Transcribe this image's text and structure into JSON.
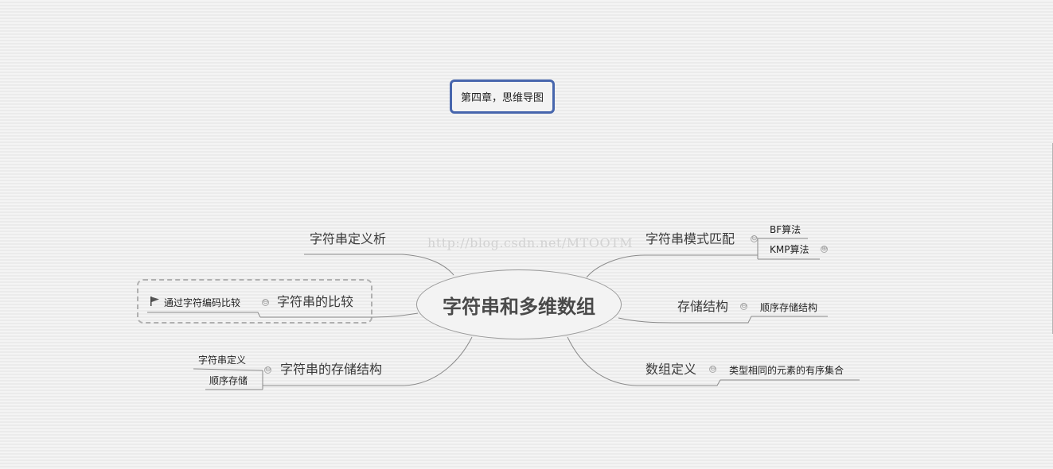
{
  "header": {
    "title": "第四章，思维导图"
  },
  "central_topic": "字符串和多维数组",
  "watermark": "http://blog.csdn.net/MTOOTM",
  "left_branches": {
    "definition": {
      "label": "字符串定义析"
    },
    "comparison": {
      "label": "字符串的比较",
      "child": "通过字符编码比较",
      "marker_icon": "flag-icon"
    },
    "storage": {
      "label": "字符串的存储结构",
      "children": [
        "字符串定义",
        "顺序存储"
      ]
    }
  },
  "right_branches": {
    "pattern": {
      "label": "字符串模式匹配",
      "children": [
        "BF算法",
        "KMP算法"
      ]
    },
    "store": {
      "label": "存储结构",
      "child": "顺序存储结构"
    },
    "array": {
      "label": "数组定义",
      "child": "类型相同的元素的有序集合"
    }
  },
  "toggles": {
    "collapse_symbol": "⊖",
    "expand_symbol": "⊕"
  },
  "colors": {
    "title_border": "#4766ad",
    "connector": "#8a8a8a",
    "text": "#333333"
  }
}
